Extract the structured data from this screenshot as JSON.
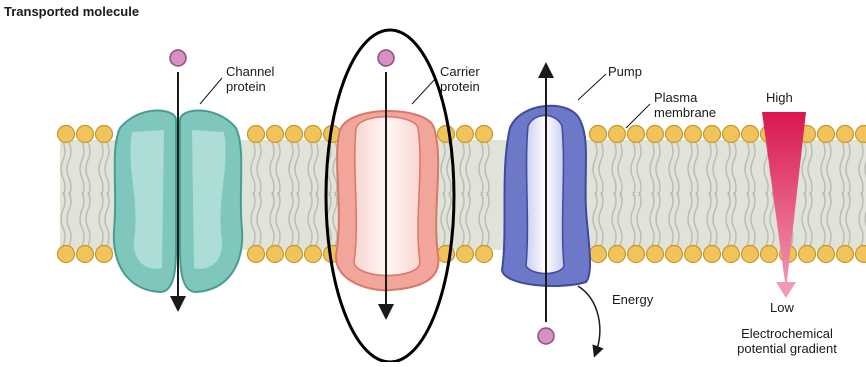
{
  "labels": {
    "transported_molecule": "Transported molecule",
    "channel_protein_line1": "Channel",
    "channel_protein_line2": "protein",
    "carrier_protein_line1": "Carrier",
    "carrier_protein_line2": "protein",
    "pump": "Pump",
    "plasma_membrane_line1": "Plasma",
    "plasma_membrane_line2": "membrane",
    "gradient_high": "High",
    "gradient_low": "Low",
    "energy": "Energy",
    "gradient_caption_line1": "Electrochemical",
    "gradient_caption_line2": "potential gradient"
  },
  "colors": {
    "lipid_head": "#f0c45a",
    "lipid_head_edge": "#c9962a",
    "lipid_tail": "#b9bcb4",
    "membrane_core": "#dfe3d8",
    "channel": "#7fc6bd",
    "channel_dark": "#4a9c93",
    "carrier": "#f2a59a",
    "carrier_dark": "#d9776a",
    "pump": "#6e78c8",
    "pump_dark": "#3f4a9c",
    "molecule": "#d98fc4",
    "gradient_high": "#d9164f",
    "gradient_low": "#f29bb5",
    "highlight_ellipse": "#000000"
  }
}
